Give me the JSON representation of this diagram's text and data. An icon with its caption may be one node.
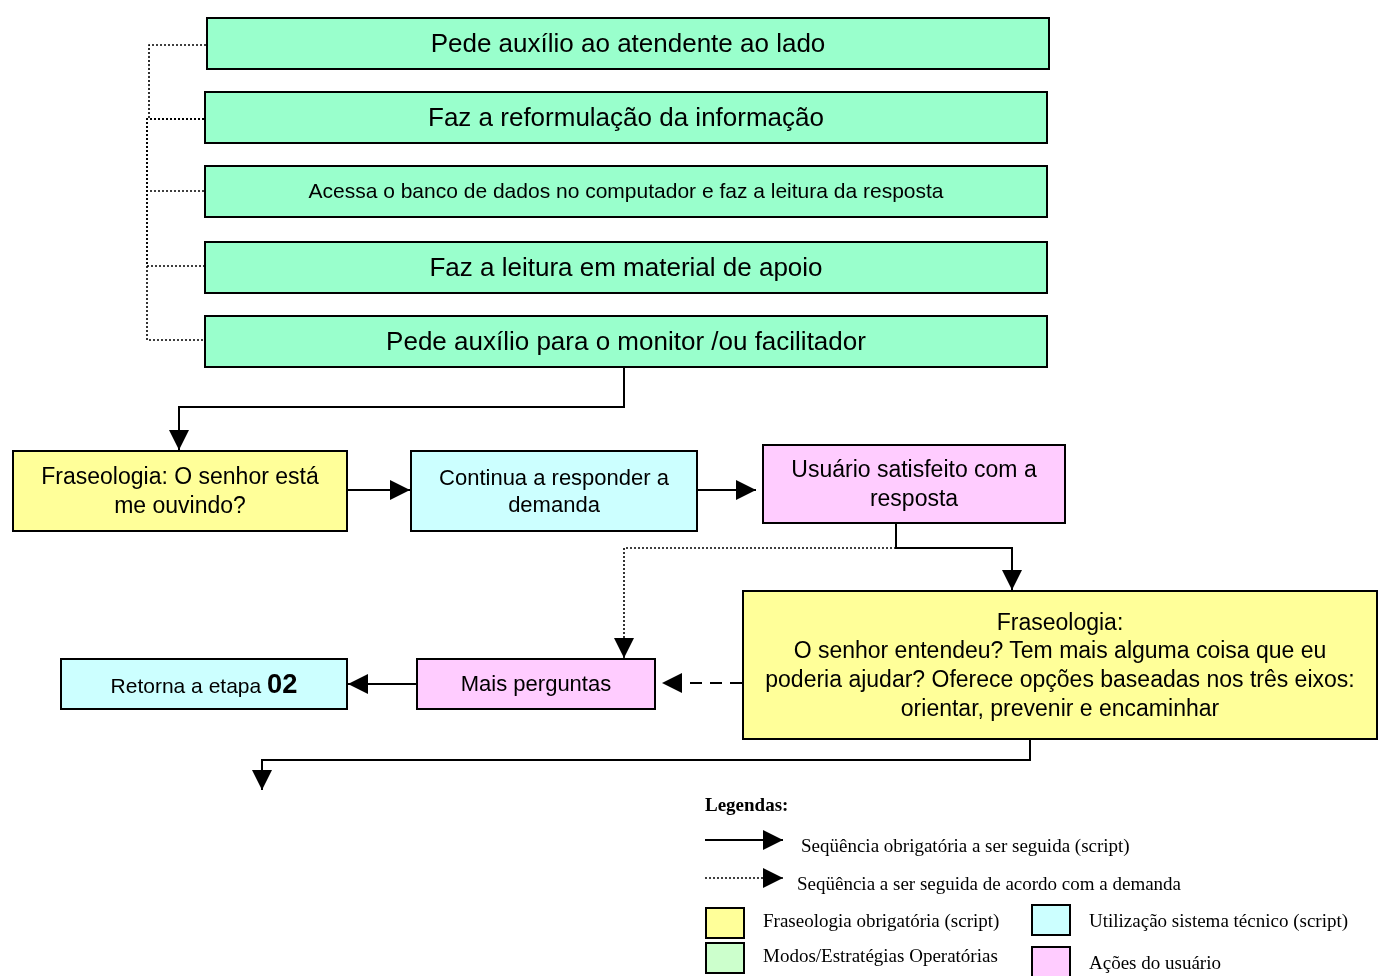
{
  "diagram": {
    "nodes": [
      {
        "text": [
          "Pede auxílio ao atendente ao lado"
        ]
      },
      {
        "text": [
          "Faz a reformulação da informação"
        ]
      },
      {
        "text": [
          "Acessa o banco de dados no computador e faz a leitura da resposta"
        ]
      },
      {
        "text": [
          "Faz a leitura em material de apoio"
        ]
      },
      {
        "text": [
          "Pede auxílio para o monitor /ou facilitador"
        ]
      },
      {
        "text": [
          "Fraseologia:  O senhor está me ouvindo?"
        ]
      },
      {
        "text": [
          "Continua a responder a demanda"
        ]
      },
      {
        "text": [
          "Usuário satisfeito com a resposta"
        ]
      },
      {
        "text": [
          "Mais perguntas"
        ]
      },
      {
        "text": [
          "Fraseologia:",
          "O senhor entendeu? Tem mais alguma coisa que eu poderia ajudar? Oferece opções baseadas nos três eixos: orientar, prevenir e encaminhar"
        ]
      },
      {
        "text": [
          "Retorna a etapa **02**"
        ]
      }
    ],
    "edges": [
      {
        "from": 0,
        "to": 1,
        "arrow": "none",
        "style": "dashed"
      },
      {
        "from": 1,
        "to": 2,
        "arrow": "none",
        "style": "dashed"
      },
      {
        "from": 1,
        "to": 3,
        "arrow": "none",
        "style": "dashed"
      },
      {
        "from": 1,
        "to": 4,
        "arrow": "none",
        "style": "dashed"
      },
      {
        "from": 4,
        "to": 5,
        "arrow": "to"
      },
      {
        "from": 5,
        "to": 6,
        "arrow": "to"
      },
      {
        "from": 6,
        "to": 7,
        "arrow": "to"
      },
      {
        "from": 7,
        "to": 9,
        "arrow": "to"
      },
      {
        "from": 7,
        "to": 8,
        "arrow": "to",
        "style": "dashed"
      },
      {
        "from": 9,
        "to": 8,
        "arrow": "to",
        "style": "dashed"
      },
      {
        "from": 8,
        "to": 10,
        "arrow": "to"
      },
      {
        "from": 9,
        "to": null,
        "arrow": "to"
      }
    ],
    "labels": [
      "Legendas:"
    ],
    "legend": [
      {
        "text": "Seqüência obrigatória a ser seguida (script)"
      },
      {
        "text": "Seqüência a ser seguida de acordo com a demanda"
      },
      {
        "text": "Fraseologia obrigatória (script)",
        "color": "#ffff99"
      },
      {
        "text": "Utilização sistema técnico  (script)",
        "color": "#ccffff"
      },
      {
        "text": "Modos/Estratégias Operatórias",
        "color": "#ccffcc"
      },
      {
        "text": "Ações do usuário",
        "color": "#ffccff"
      }
    ]
  }
}
